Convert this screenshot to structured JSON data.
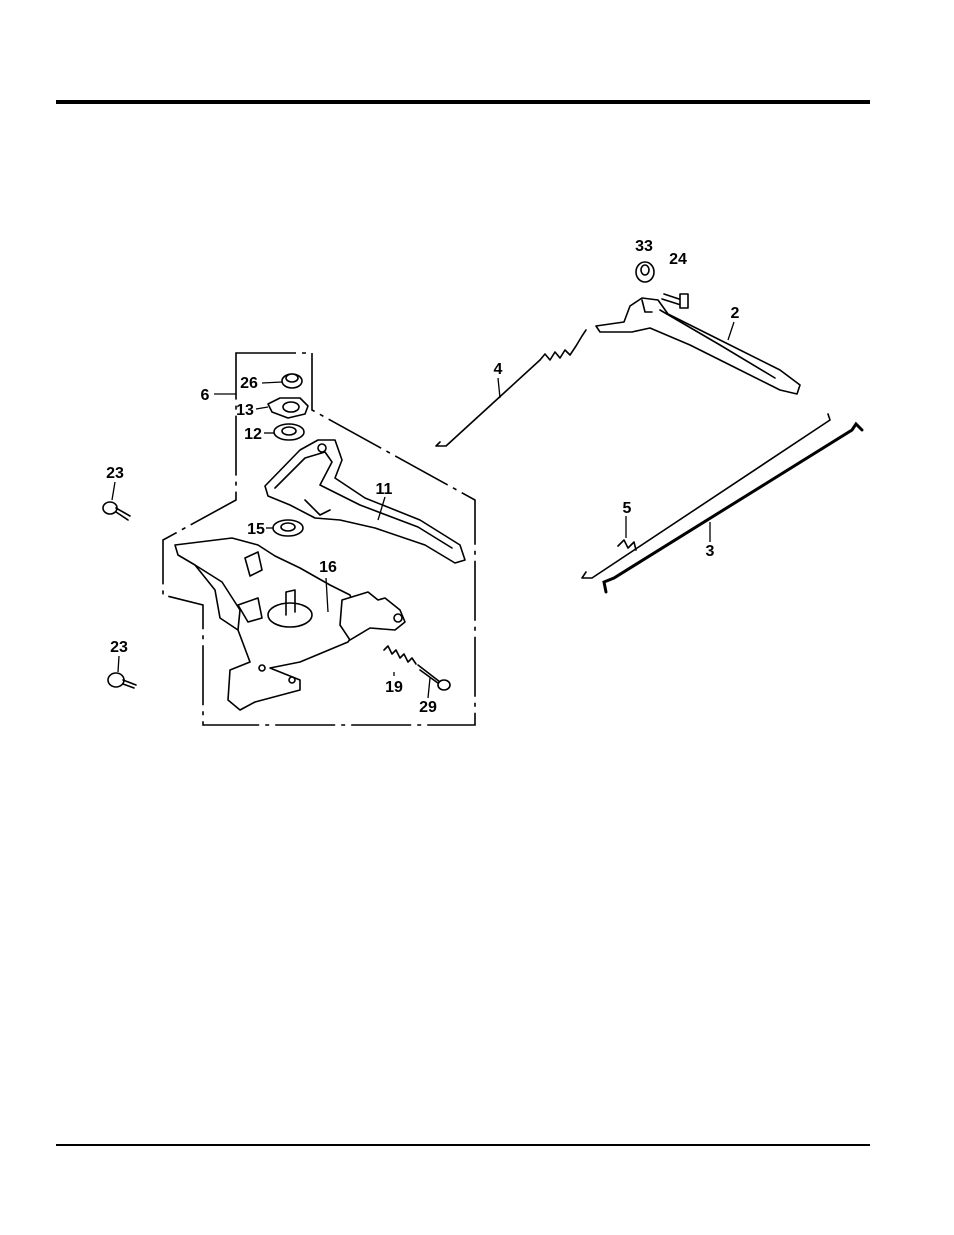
{
  "callouts": {
    "c2": "2",
    "c3": "3",
    "c4": "4",
    "c5": "5",
    "c6": "6",
    "c11": "11",
    "c12": "12",
    "c13": "13",
    "c15": "15",
    "c16": "16",
    "c19": "19",
    "c23a": "23",
    "c23b": "23",
    "c24": "24",
    "c26": "26",
    "c29": "29",
    "c33": "33"
  }
}
